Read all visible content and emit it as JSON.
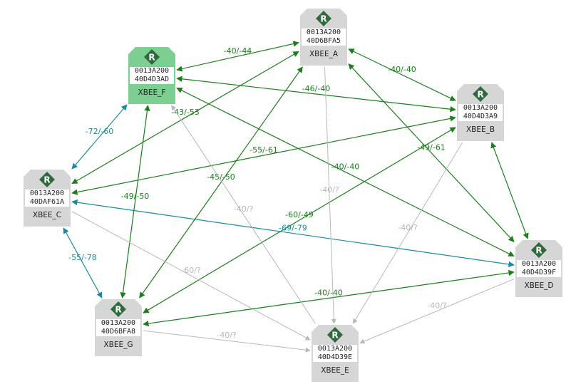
{
  "colors": {
    "node_bg": "#d6d6d6",
    "node_selected_bg": "#7ccf90",
    "badge_diamond": "#2e6b3c",
    "good_link": "#1a7f1a",
    "medium_link": "#1a8aa0",
    "unknown_link": "#b8b8b8"
  },
  "nodes": [
    {
      "id": "A",
      "addr_hi": "0013A200",
      "addr_lo": "40D6BFA5",
      "name": "XBEE_A",
      "badge": "R",
      "selected": false
    },
    {
      "id": "B",
      "addr_hi": "0013A200",
      "addr_lo": "40D4D3A9",
      "name": "XBEE_B",
      "badge": "R",
      "selected": false
    },
    {
      "id": "C",
      "addr_hi": "0013A200",
      "addr_lo": "40DAF61A",
      "name": "XBEE_C",
      "badge": "R",
      "selected": false
    },
    {
      "id": "D",
      "addr_hi": "0013A200",
      "addr_lo": "40D4D39F",
      "name": "XBEE_D",
      "badge": "R",
      "selected": false
    },
    {
      "id": "E",
      "addr_hi": "0013A200",
      "addr_lo": "40D4D39E",
      "name": "XBEE_E",
      "badge": "R",
      "selected": false
    },
    {
      "id": "F",
      "addr_hi": "0013A200",
      "addr_lo": "40D4D3AD",
      "name": "XBEE_F",
      "badge": "R",
      "selected": true
    },
    {
      "id": "G",
      "addr_hi": "0013A200",
      "addr_lo": "40D6BFA8",
      "name": "XBEE_G",
      "badge": "R",
      "selected": false
    }
  ],
  "links": [
    {
      "from": "F",
      "to": "A",
      "label": "-40/-44",
      "quality": "good",
      "dir": "both"
    },
    {
      "from": "A",
      "to": "B",
      "label": "-40/-40",
      "quality": "good",
      "dir": "both"
    },
    {
      "from": "F",
      "to": "B",
      "label": "-46/-40",
      "quality": "good",
      "dir": "both"
    },
    {
      "from": "A",
      "to": "C",
      "label": "-43/-53",
      "quality": "good",
      "dir": "both"
    },
    {
      "from": "F",
      "to": "C",
      "label": "-72/-60",
      "quality": "medium",
      "dir": "both"
    },
    {
      "from": "B",
      "to": "C",
      "label": "-55/-61",
      "quality": "good",
      "dir": "both"
    },
    {
      "from": "F",
      "to": "G",
      "label": "-49/-50",
      "quality": "good",
      "dir": "both"
    },
    {
      "from": "A",
      "to": "G",
      "label": "-45/-50",
      "quality": "good",
      "dir": "both"
    },
    {
      "from": "B",
      "to": "G",
      "label": "-60/-49",
      "quality": "good",
      "dir": "both"
    },
    {
      "from": "F",
      "to": "D",
      "label": "-40/-40",
      "quality": "good",
      "dir": "both"
    },
    {
      "from": "A",
      "to": "D",
      "label": "-49/-61",
      "quality": "good",
      "dir": "both"
    },
    {
      "from": "B",
      "to": "D",
      "label": "",
      "quality": "good",
      "dir": "both"
    },
    {
      "from": "C",
      "to": "D",
      "label": "-69/-79",
      "quality": "medium",
      "dir": "both"
    },
    {
      "from": "C",
      "to": "G",
      "label": "-55/-78",
      "quality": "medium",
      "dir": "both"
    },
    {
      "from": "C",
      "to": "E",
      "label": "-60/?",
      "quality": "unknown",
      "dir": "to"
    },
    {
      "from": "D",
      "to": "G",
      "label": "-40/-40",
      "quality": "good",
      "dir": "both"
    },
    {
      "from": "A",
      "to": "E",
      "label": "-40/?",
      "quality": "unknown",
      "dir": "to"
    },
    {
      "from": "F",
      "to": "E",
      "label": "-40/?",
      "quality": "unknown",
      "dir": "from"
    },
    {
      "from": "B",
      "to": "E",
      "label": "-40/?",
      "quality": "unknown",
      "dir": "to"
    },
    {
      "from": "D",
      "to": "E",
      "label": "-40/?",
      "quality": "unknown",
      "dir": "to"
    },
    {
      "from": "G",
      "to": "E",
      "label": "-40/?",
      "quality": "unknown",
      "dir": "to"
    }
  ]
}
